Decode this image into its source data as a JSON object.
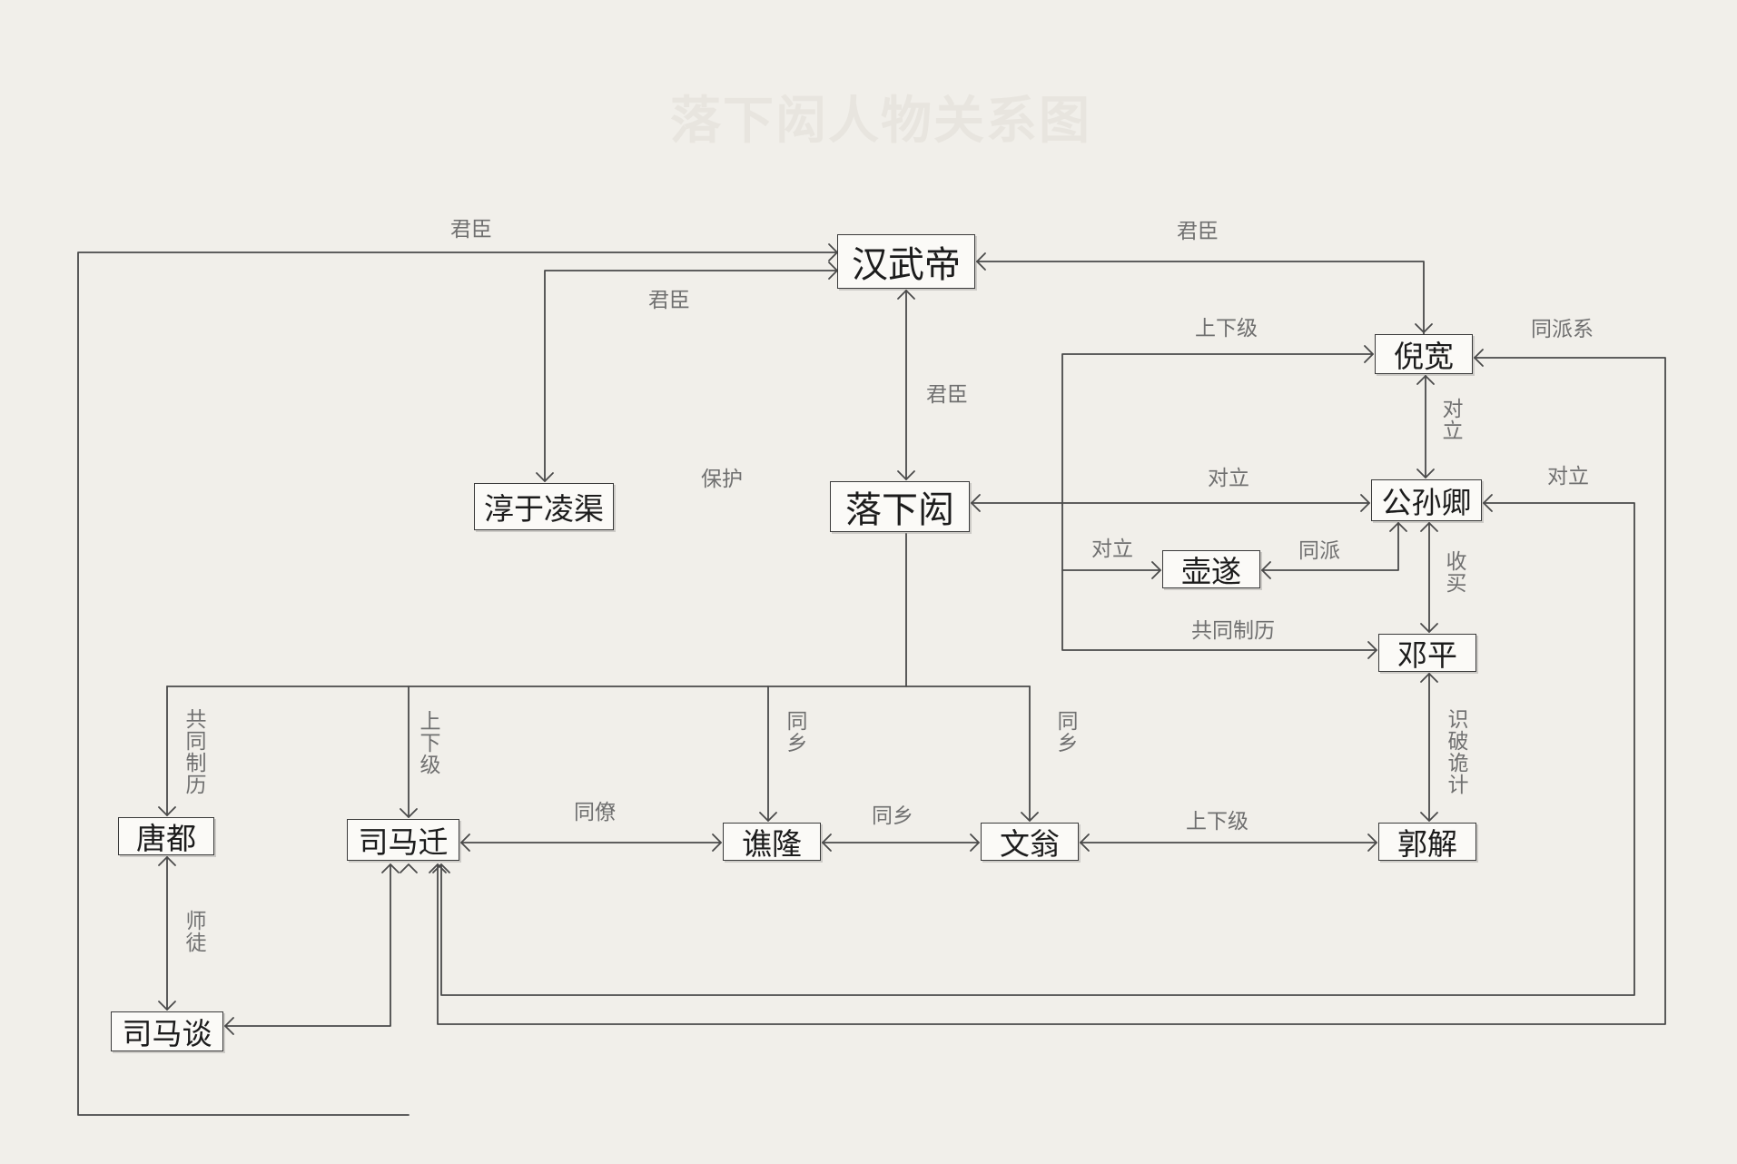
{
  "title": "落下闳人物关系图",
  "colors": {
    "background": "#f1efea",
    "line": "#4a4a4a",
    "label": "#707070",
    "node_border": "#3a3a3a"
  },
  "nodes": {
    "han_wudi": "汉武帝",
    "luoxiahong": "落下闳",
    "chunyu": "淳于凌渠",
    "nikuan": "倪宽",
    "gongsunqing": "公孙卿",
    "husui": "壶遂",
    "dengping": "邓平",
    "tangdu": "唐都",
    "simaqian": "司马迁",
    "qiaolong": "谯隆",
    "wenweng": "文翁",
    "guojie": "郭解",
    "simatan": "司马谈"
  },
  "edges": {
    "simaqian_wudi": "君臣",
    "nikuan_wudi": "君臣",
    "chunyu_wudi": "君臣",
    "luoxiahong_wudi": "君臣",
    "luoxiahong_nikuan": "上下级",
    "simaqian_nikuan": "同派系",
    "nikuan_gongsunqing": "对立",
    "luoxiahong_gongsunqing": "对立",
    "simaqian_gongsunqing": "对立",
    "chunyu_luoxiahong": "保护",
    "luoxiahong_husui": "对立",
    "husui_gongsunqing": "同派",
    "gongsunqing_dengping": "收买",
    "luoxiahong_dengping": "共同制历",
    "luoxiahong_tangdu": "共同制历",
    "luoxiahong_simaqian": "上下级",
    "luoxiahong_qiaolong": "同乡",
    "luoxiahong_wenweng": "同乡",
    "dengping_guojie": "识破诡计",
    "simaqian_qiaolong": "同僚",
    "qiaolong_wenweng": "同乡",
    "wenweng_guojie": "上下级",
    "tangdu_simatan": "师徒"
  }
}
